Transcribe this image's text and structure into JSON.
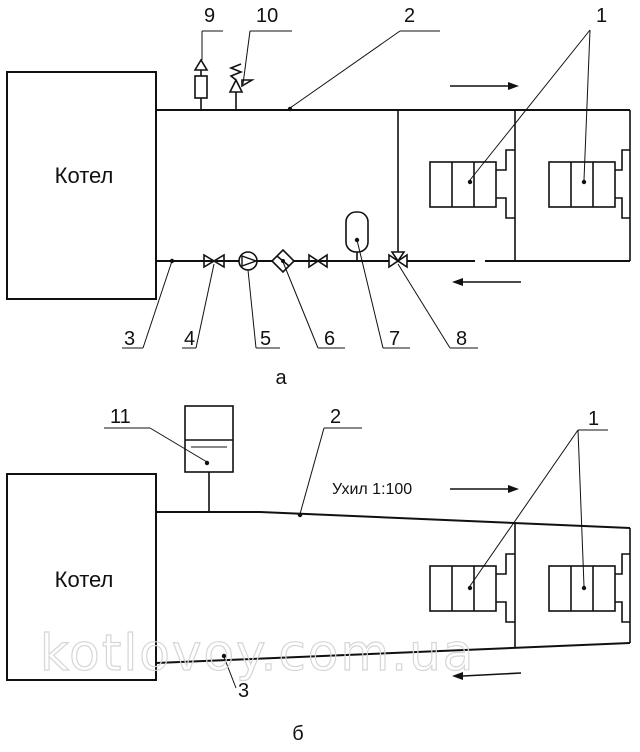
{
  "diagram_a": {
    "boiler_label": "Котел",
    "caption": "а",
    "callouts": [
      "9",
      "10",
      "2",
      "1",
      "3",
      "4",
      "5",
      "6",
      "7",
      "8"
    ]
  },
  "diagram_b": {
    "boiler_label": "Котел",
    "caption": "б",
    "slope_label": "Ухил 1:100",
    "callouts": [
      "11",
      "2",
      "1",
      "3"
    ]
  },
  "watermark": "kotlovoy.com.ua",
  "colors": {
    "line": "#111111",
    "background": "#ffffff",
    "watermark": "#d6d6d6"
  }
}
